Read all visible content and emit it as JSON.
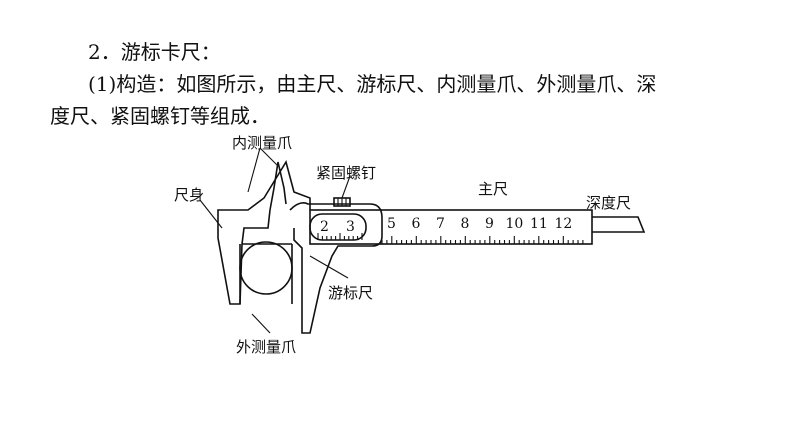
{
  "text": {
    "heading": "2．游标卡尺：",
    "line1": "(1)构造：如图所示，由主尺、游标尺、内测量爪、外测量爪、深",
    "line2": "度尺、紧固螺钉等组成．"
  },
  "figure": {
    "labels": {
      "inner_jaw": "内测量爪",
      "body": "尺身",
      "screw": "紧固螺钉",
      "main_scale": "主尺",
      "depth": "深度尺",
      "vernier": "游标尺",
      "outer_jaw": "外测量爪"
    },
    "main_numbers": [
      "5",
      "6",
      "7",
      "8",
      "9",
      "10",
      "11",
      "12"
    ],
    "vernier_numbers": [
      "2",
      "3"
    ]
  }
}
